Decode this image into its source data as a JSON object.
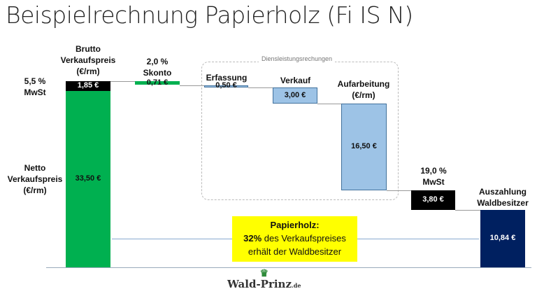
{
  "title": "Beispielrechnung Papierholz (Fi IS N)",
  "chart_data": {
    "type": "waterfall",
    "title": "Beispielrechnung Papierholz (Fi IS N)",
    "unit": "€/rm",
    "steps": [
      {
        "label": "Brutto Verkaufspreis (€/rm)",
        "value": 1.85,
        "value_label": "1,85 €",
        "side_label": "5,5 % MwSt",
        "color": "#000000"
      },
      {
        "label": "Brutto Verkaufspreis (€/rm)",
        "value": 33.5,
        "value_label": "33,50 €",
        "side_label": "Netto Verkaufspreis (€/rm)",
        "color": "#00b050"
      },
      {
        "label": "2,0 % Skonto",
        "value": -0.71,
        "value_label": "0,71 €",
        "color": "#00b050"
      },
      {
        "label": "Erfassung",
        "value": -0.5,
        "value_label": "0,50 €",
        "color": "#9dc3e6"
      },
      {
        "label": "Verkauf",
        "value": -3.0,
        "value_label": "3,00 €",
        "color": "#9dc3e6"
      },
      {
        "label": "Aufarbeitung (€/rm)",
        "value": -16.5,
        "value_label": "16,50 €",
        "color": "#9dc3e6"
      },
      {
        "label": "19,0 % MwSt",
        "value": -3.8,
        "value_label": "3,80 €",
        "color": "#000000"
      },
      {
        "label": "Auszahlung Waldbesitzer",
        "value": 10.84,
        "value_label": "10,84 €",
        "color": "#002060"
      }
    ],
    "group_label": "Diensleistungsrechungen"
  },
  "labels": {
    "brutto": "Brutto\nVerkaufspreis\n(€/rm)",
    "mwst55": "5,5 %\nMwSt",
    "netto": "Netto\nVerkaufspreis\n(€/rm)",
    "skonto": "2,0 %\nSkonto",
    "erfassung": "Erfassung",
    "verkauf": "Verkauf",
    "aufarbeitung": "Aufarbeitung\n(€/rm)",
    "mwst19": "19,0 %\nMwSt",
    "auszahlung": "Auszahlung\nWaldbesitzer"
  },
  "callout": {
    "line1": "Papierholz:",
    "pct": "32%",
    "line2": " des Verkaufspreises",
    "line3": "erhält der Waldbesitzer"
  },
  "logo": {
    "text": "Wald-Prinz",
    "suffix": ".de"
  }
}
